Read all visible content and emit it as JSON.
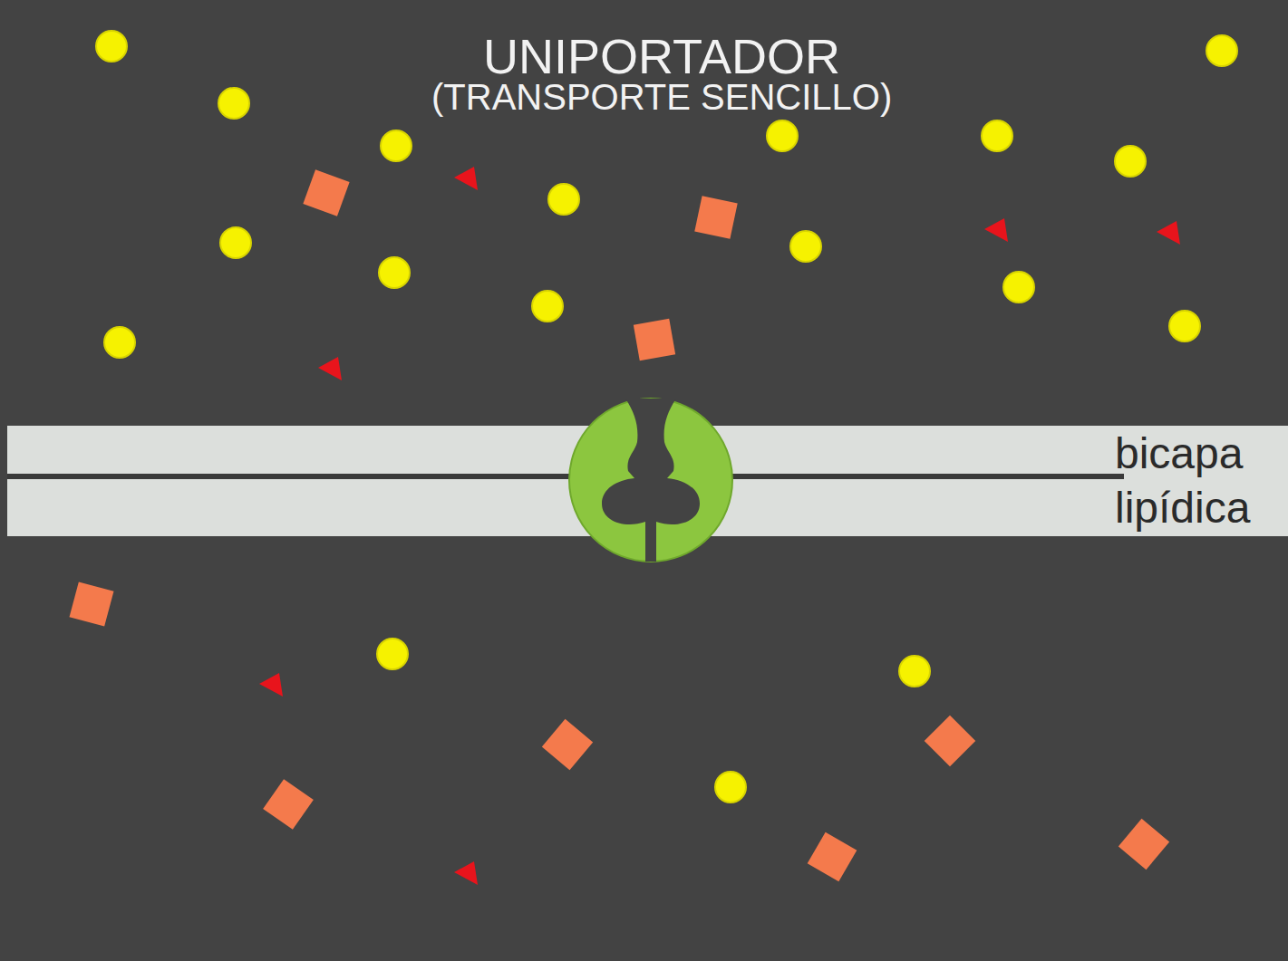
{
  "diagram": {
    "title": "UNIPORTADOR",
    "nodes": [
      {
        "text": [
          "bicapa lipídica"
        ]
      }
    ],
    "labels": [
      "(TRANSPORTE SENCILLO)"
    ]
  }
}
